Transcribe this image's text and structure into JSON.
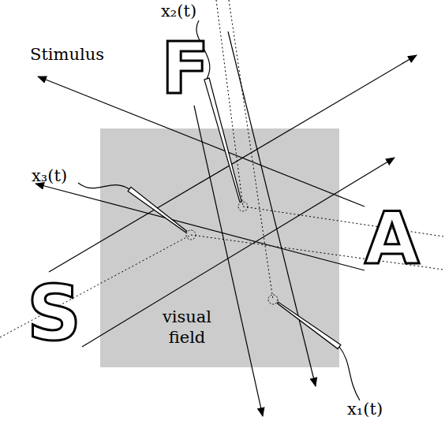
{
  "diagram": {
    "nodes": [
      {
        "text": [
          "visual field"
        ]
      }
    ],
    "labels": [
      "Stimulus",
      "F",
      "x₂(t)",
      "x₃(t)",
      "A",
      "S",
      "x₁(t)"
    ]
  }
}
